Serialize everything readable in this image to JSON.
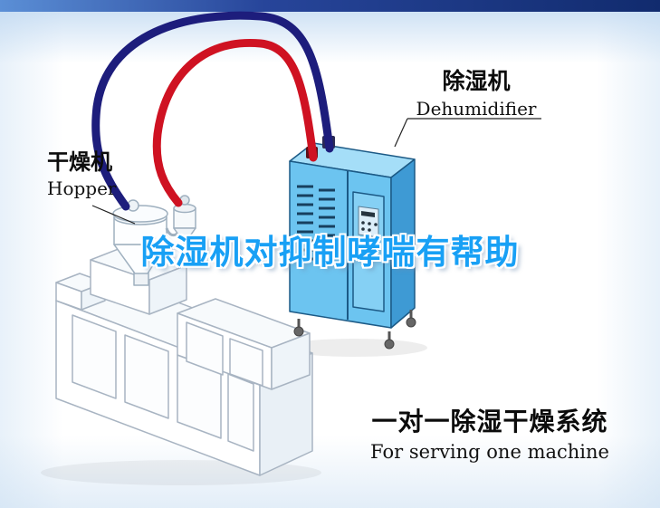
{
  "labels": {
    "hopper": {
      "zh": "干燥机",
      "en": "Hopper"
    },
    "dehumidifier": {
      "zh": "除湿机",
      "en": "Dehumidifier"
    },
    "title": {
      "text": "除湿机对抑制哮喘有帮助"
    },
    "system": {
      "zh": "一对一除湿干燥系统",
      "en": "For serving one machine"
    }
  },
  "colors": {
    "title_text": "#18a0f5",
    "supply_pipe": "#1d1d7c",
    "return_pipe": "#cf1222",
    "cabinet_front": "#6cc4f0",
    "cabinet_side": "#3e9ad4",
    "cabinet_top": "#a5def8",
    "cabinet_outline": "#1c5a86",
    "vent_slats": "#17405f",
    "machine_line": "#a8b4c2",
    "top_bar_left": "#5b8fd6",
    "top_bar_right": "#112b6e"
  }
}
